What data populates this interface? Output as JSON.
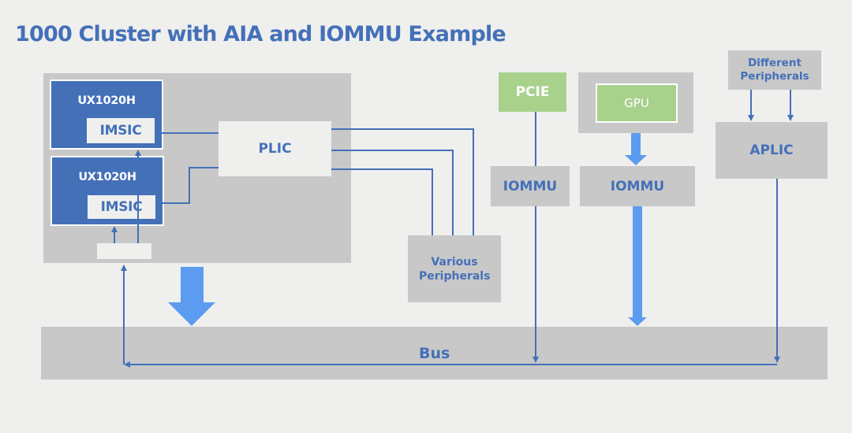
{
  "title": "1000 Cluster with AIA and IOMMU Example",
  "colors": {
    "accent_blue": "#4470b8",
    "bright_blue": "#5b9cf0",
    "box_gray": "#c8c8c8",
    "background": "#efefee",
    "green": "#a8d18c"
  },
  "cluster": {
    "cores": [
      {
        "label": "UX1020H",
        "imsic": "IMSIC"
      },
      {
        "label": "UX1020H",
        "imsic": "IMSIC"
      }
    ],
    "plic": "PLIC"
  },
  "various_peripherals": "Various Peripherals",
  "pcie": "PCIE",
  "iommu_pcie": "IOMMU",
  "gpu": "GPU",
  "iommu_gpu": "IOMMU",
  "different_peripherals": "Different Peripherals",
  "aplic": "APLIC",
  "bus": "Bus"
}
